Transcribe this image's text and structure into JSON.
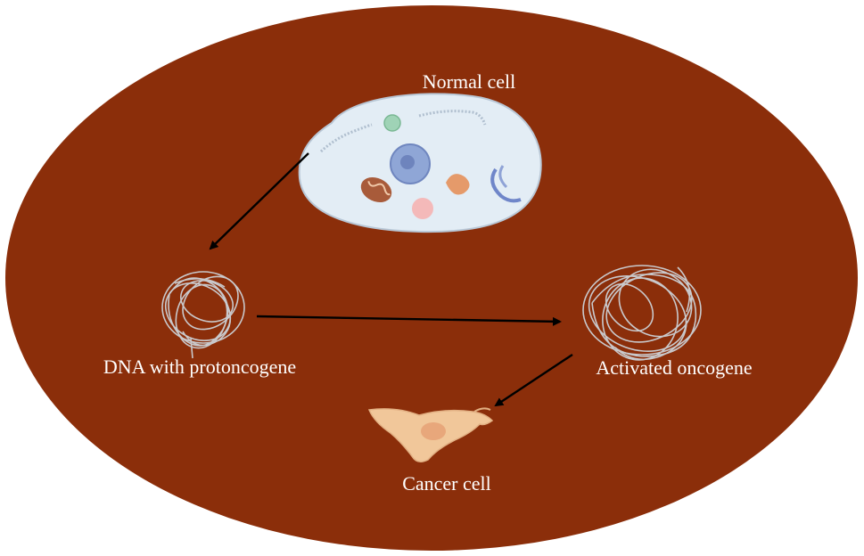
{
  "diagram": {
    "background_color": "#8b2e0a",
    "labels": {
      "normal_cell": "Normal cell",
      "dna": "DNA with protoncogene",
      "oncogene": "Activated oncogene",
      "cancer_cell": "Cancer cell"
    },
    "colors": {
      "cell_fill": "#e3edf5",
      "cancer_cell_fill": "#f1c79a",
      "arrow": "#000000",
      "dna_strand": "#c9c9cc"
    },
    "icons": [
      "normal-cell-illustration",
      "dna-coil-icon",
      "oncogene-coil-icon",
      "cancer-cell-illustration"
    ]
  }
}
